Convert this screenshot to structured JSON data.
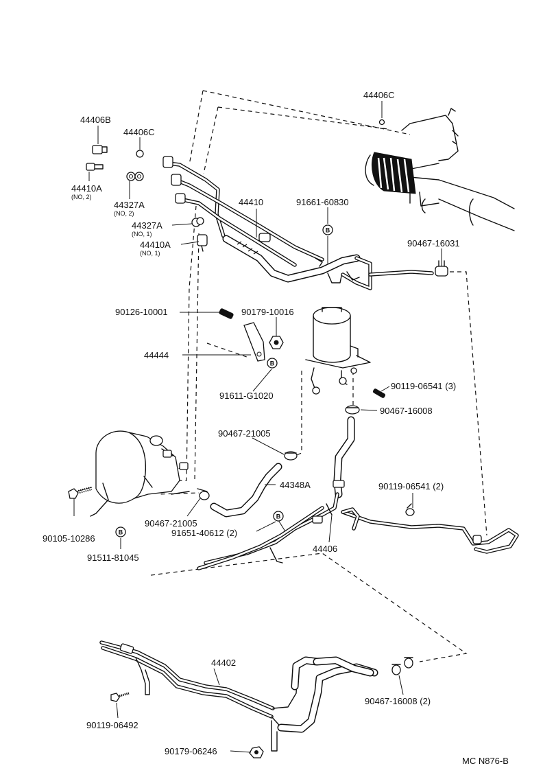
{
  "parts": {
    "p44406C_top": "44406C",
    "p44406B": "44406B",
    "p44406C_left": "44406C",
    "p44410A_no2": "44410A",
    "p44410A_no2_note": "(NO, 2)",
    "p44327A_no2": "44327A",
    "p44327A_no2_note": "(NO, 2)",
    "p44327A_no1": "44327A",
    "p44327A_no1_note": "(NO, 1)",
    "p44410A_no1": "44410A",
    "p44410A_no1_note": "(NO, 1)",
    "p44410": "44410",
    "p91661": "91661-60830",
    "p90467_16031": "90467-16031",
    "p90126": "90126-10001",
    "p90179_10016": "90179-10016",
    "p44444": "44444",
    "p91611": "91611-G1020",
    "p90119_3": "90119-06541 (3)",
    "p90467_16008": "90467-16008",
    "p90467_21005_a": "90467-21005",
    "p44348A": "44348A",
    "p90119_2": "90119-06541 (2)",
    "p90467_21005_b": "90467-21005",
    "p91651": "91651-40612 (2)",
    "p90105": "90105-10286",
    "p44406": "44406",
    "p91511": "91511-81045",
    "p44402": "44402",
    "p90467_16008_2": "90467-16008 (2)",
    "p90119_06492": "90119-06492",
    "p90179_06246": "90179-06246"
  },
  "b_marker": "B",
  "figure_code": "MC N876-B"
}
